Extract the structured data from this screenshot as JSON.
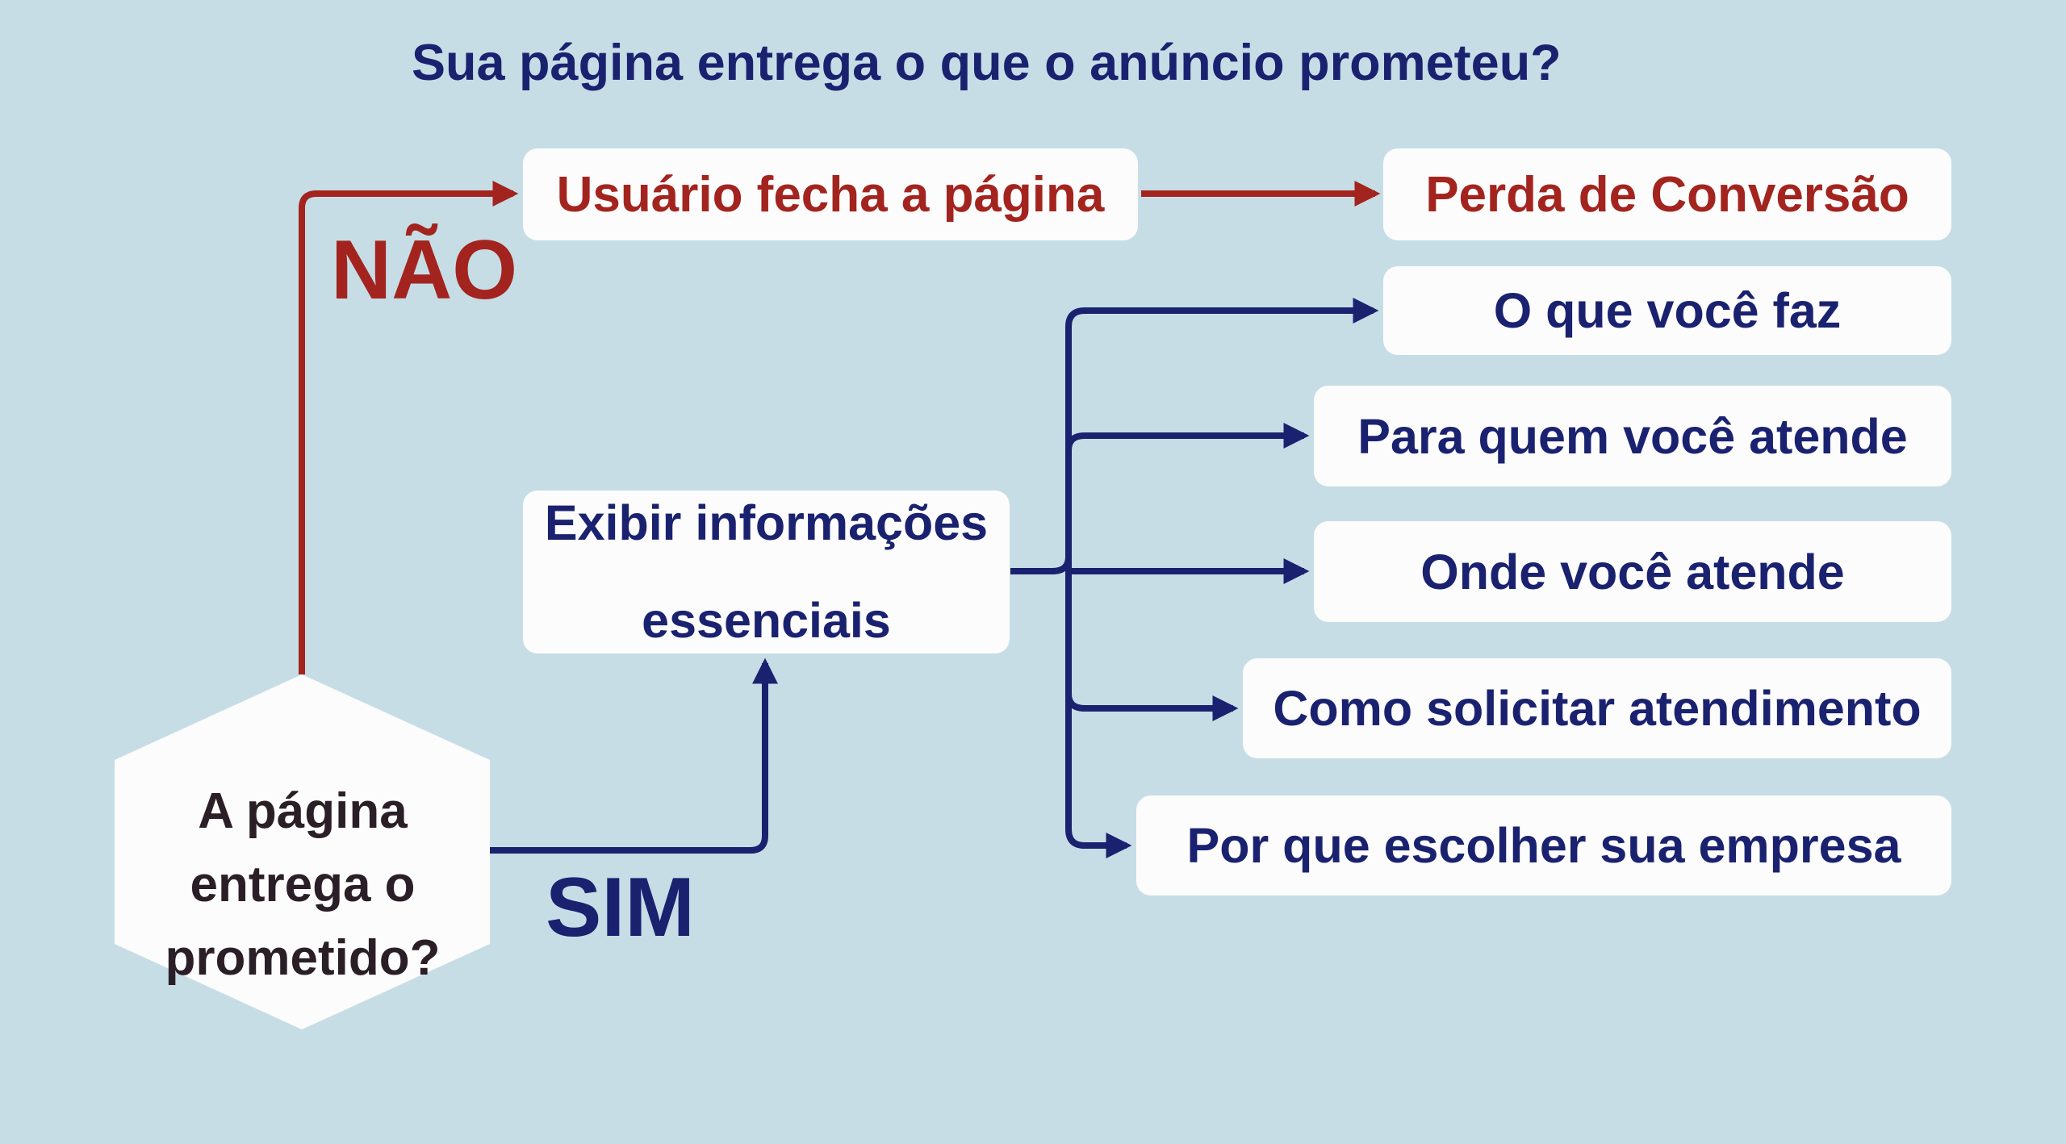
{
  "title": "Sua página entrega o que o anúncio prometeu?",
  "decision": {
    "lines": [
      "A página",
      "entrega o",
      "prometido?"
    ]
  },
  "labels": {
    "no": "NÃO",
    "yes": "SIM"
  },
  "no_branch": {
    "step": "Usuário fecha a página",
    "result": "Perda de Conversão"
  },
  "yes_branch": {
    "step_lines": [
      "Exibir informações",
      "essenciais"
    ],
    "outcomes": [
      "O que você faz",
      "Para quem você atende",
      "Onde você atende",
      "Como solicitar atendimento",
      "Por que escolher sua empresa"
    ]
  },
  "colors": {
    "background": "#c6dde6",
    "no_path": "#a3241e",
    "yes_path": "#1a2270",
    "box": "#fcfcfc",
    "decision_text": "#2b1f27"
  }
}
